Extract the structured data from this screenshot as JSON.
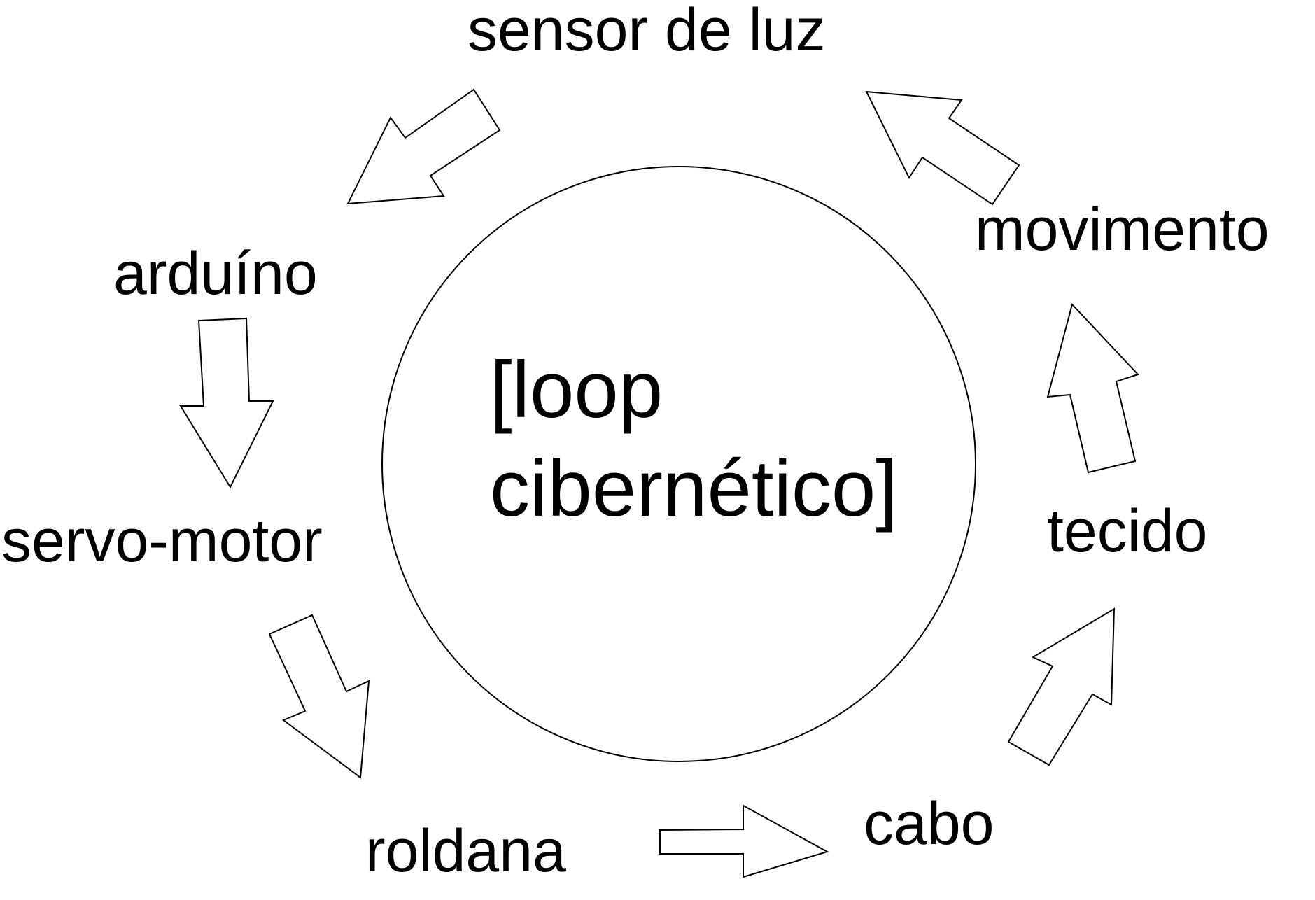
{
  "diagram": {
    "center": {
      "line1": "[loop",
      "line2": "cibernético]"
    },
    "nodes": {
      "sensor_de_luz": "sensor de luz",
      "arduino": "arduíno",
      "servo_motor": "servo-motor",
      "roldana": "roldana",
      "cabo": "cabo",
      "tecido": "tecido",
      "movimento": "movimento"
    },
    "colors": {
      "stroke": "#000000",
      "fill": "#ffffff",
      "text": "#000000"
    }
  }
}
